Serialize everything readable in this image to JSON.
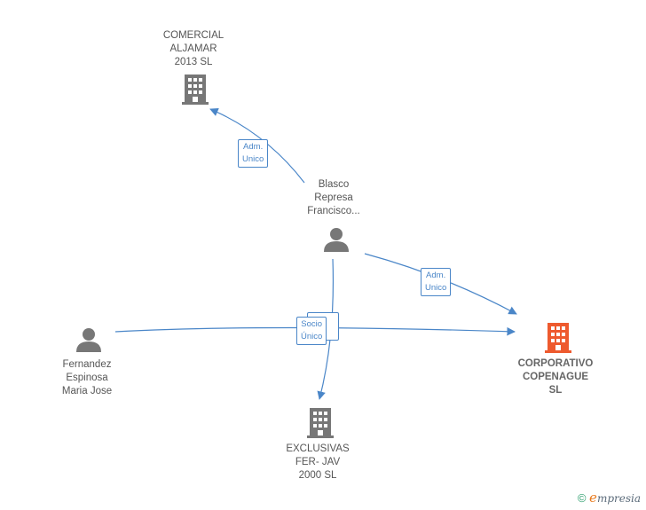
{
  "nodes": {
    "comercial_aljamar": {
      "lines": [
        "COMERCIAL",
        "ALJAMAR",
        "2013 SL"
      ]
    },
    "blasco": {
      "lines": [
        "Blasco",
        "Represa",
        "Francisco..."
      ]
    },
    "corporativo": {
      "lines": [
        "CORPORATIVO",
        "COPENAGUE",
        "SL"
      ]
    },
    "fernandez": {
      "lines": [
        "Fernandez",
        "Espinosa",
        "Maria Jose"
      ]
    },
    "exclusivas": {
      "lines": [
        "EXCLUSIVAS",
        "FER- JAV",
        "2000 SL"
      ]
    }
  },
  "edges": {
    "adm_unico_1": {
      "lines": [
        "Adm.",
        "Unico"
      ]
    },
    "adm_unico_2": {
      "lines": [
        "Adm.",
        "Unico"
      ]
    },
    "socio_unico": {
      "lines": [
        "Socio",
        "Único"
      ]
    }
  },
  "colors": {
    "edge": "#4a86c8",
    "company": "#777777",
    "main_company": "#ee5a2e",
    "person": "#777777"
  },
  "footer": {
    "copyright": "©",
    "brand_e": "e",
    "brand_rest": "mpresia"
  }
}
